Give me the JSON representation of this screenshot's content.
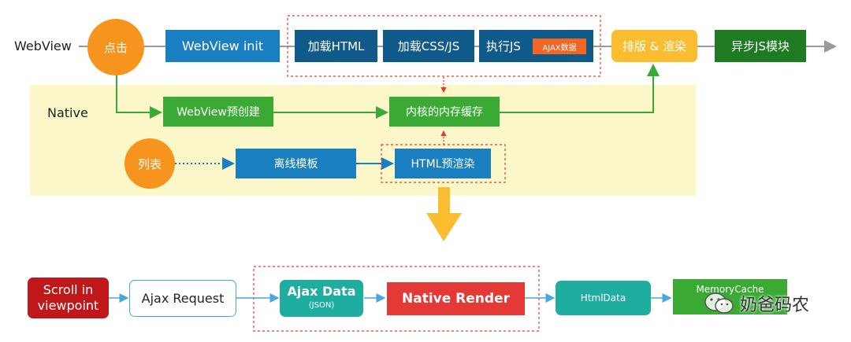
{
  "top": {
    "lane_webview": "WebView",
    "lane_native": "Native",
    "click": "点击",
    "list": "列表",
    "webview_init": "WebView init",
    "load_html": "加载HTML",
    "load_css_js": "加载CSS/JS",
    "exec_js": "执行JS",
    "ajax_data_badge": "AJAX数据",
    "layout_render": "排版 & 渲染",
    "async_js": "异步JS模块",
    "webview_precreate": "WebView预创建",
    "kernel_cache": "内核的内存缓存",
    "offline_template": "离线模板",
    "html_prerender": "HTML预渲染"
  },
  "bottom": {
    "scroll_line1": "Scroll in",
    "scroll_line2": "viewpoint",
    "ajax_request": "Ajax Request",
    "ajax_data": "Ajax Data",
    "ajax_data_sub": "(JSON)",
    "native_render": "Native Render",
    "html_data": "HtmlData",
    "memory_cache": "MemoryCache"
  },
  "watermark": "奶爸码农",
  "colors": {
    "blue": "#1a7fc1",
    "dark_blue": "#0f5a88",
    "green": "#3aaa35",
    "dark_green": "#1e7b22",
    "orange": "#f7941d",
    "yellow": "#fbbd30",
    "teal": "#1fada0",
    "red": "#e53935",
    "dark_red": "#c0171b",
    "native_bg": "#fcf7c8"
  }
}
